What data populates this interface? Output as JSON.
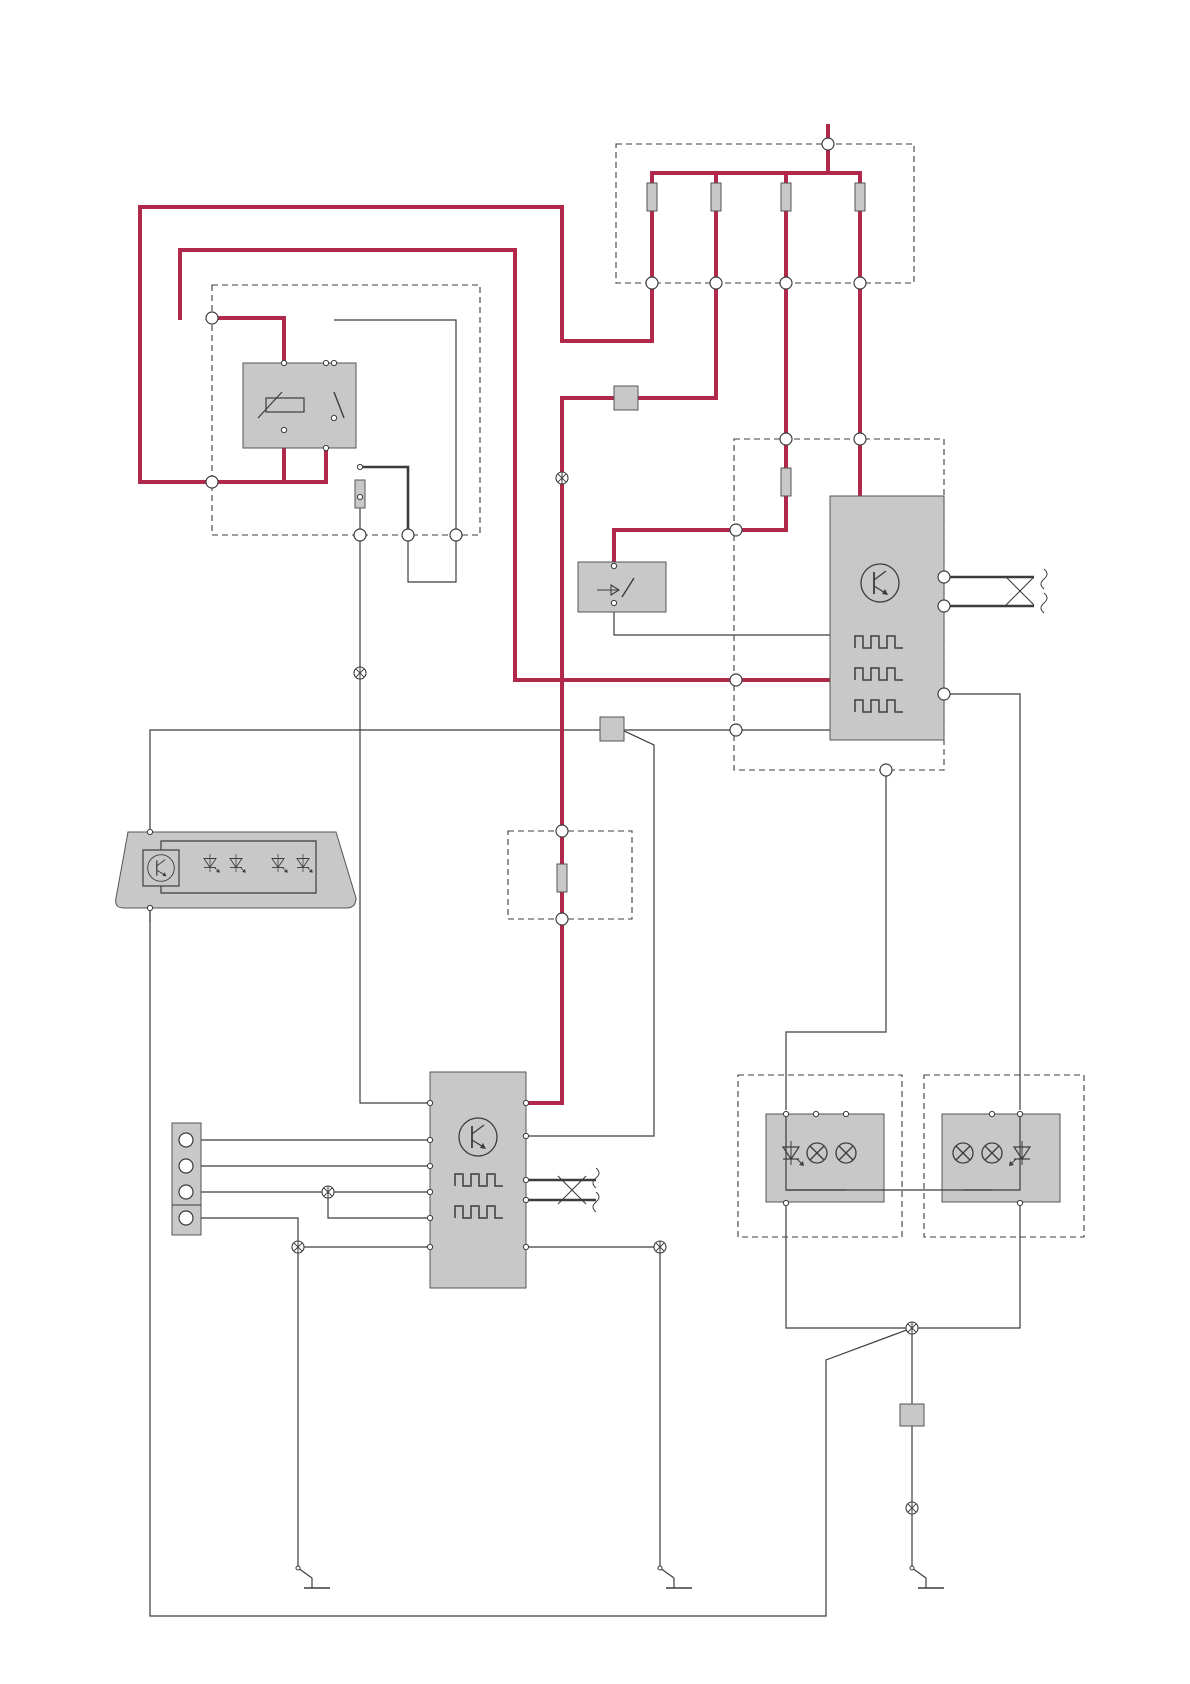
{
  "colors": {
    "power_wire": "#b0284a",
    "signal_wire": "#3c3c3c",
    "module_fill": "#c8c8c8",
    "module_stroke": "#555555",
    "background": "#ffffff"
  },
  "components": {
    "fuse_box_top": {
      "fuse_count": 4
    },
    "relay_box": {
      "has_relay": true
    },
    "control_module_main": {
      "pwm_waveforms": 3,
      "icon": "transistor-icon"
    },
    "control_module_lower": {
      "pwm_waveforms": 2,
      "icon": "transistor-icon"
    },
    "diagnostic_connector": {
      "pin_count": 4
    },
    "lamp_unit_left": {
      "lamps": 2,
      "led": true
    },
    "lamp_unit_right": {
      "lamps": 2,
      "led": true
    },
    "instrument_cluster": {
      "led_count": 4,
      "icon": "transistor-icon"
    }
  },
  "icons": [
    "transistor-icon",
    "pwm-waveform-icon",
    "lamp-icon",
    "led-icon",
    "ground-icon",
    "splice-icon",
    "twisted-pair-icon",
    "fuse-icon",
    "relay-icon",
    "switch-icon"
  ]
}
